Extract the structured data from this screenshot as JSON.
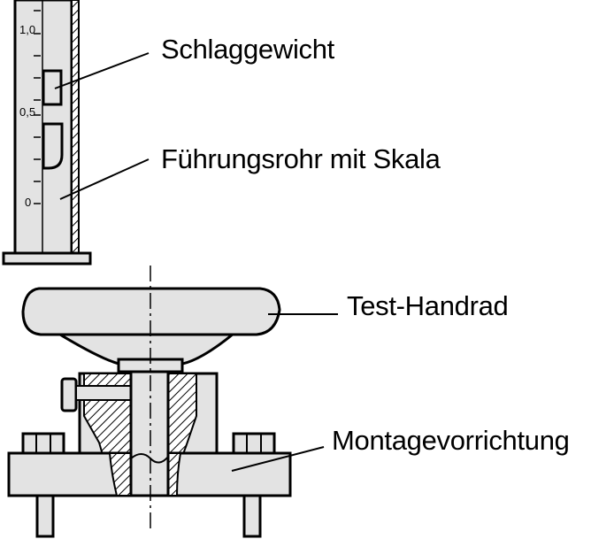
{
  "labels": {
    "impact_weight": "Schlaggewicht",
    "guide_tube": "Führungsrohr mit Skala",
    "test_handwheel": "Test-Handrad",
    "mounting_fixture": "Montagevorrichtung"
  },
  "scale": {
    "top": "1,0",
    "mid": "0,5",
    "bottom": "0"
  },
  "colors": {
    "part_fill": "#e3e3e3",
    "line": "#000000"
  }
}
